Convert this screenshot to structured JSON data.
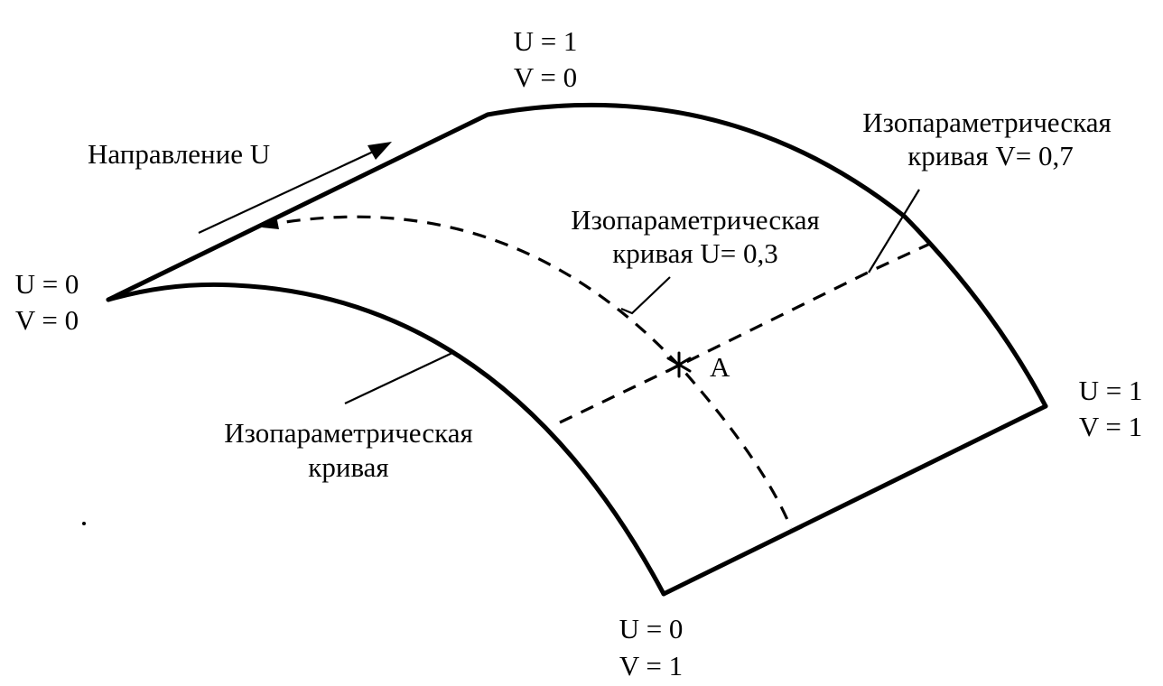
{
  "corners": {
    "u0v0": {
      "u": "U = 0",
      "v": "V = 0"
    },
    "u1v0": {
      "u": "U = 1",
      "v": "V = 0"
    },
    "u1v1": {
      "u": "U = 1",
      "v": "V = 1"
    },
    "u0v1": {
      "u": "U = 0",
      "v": "V = 1"
    }
  },
  "labels": {
    "direction_u": "Направление U",
    "iso_v07": {
      "line1": "Изопараметрическая",
      "line2": "кривая V= 0,7"
    },
    "iso_u03": {
      "line1": "Изопараметрическая",
      "line2": "кривая U= 0,3"
    },
    "iso_generic": {
      "line1": "Изопараметрическая",
      "line2": "кривая"
    },
    "point_a": "A"
  }
}
